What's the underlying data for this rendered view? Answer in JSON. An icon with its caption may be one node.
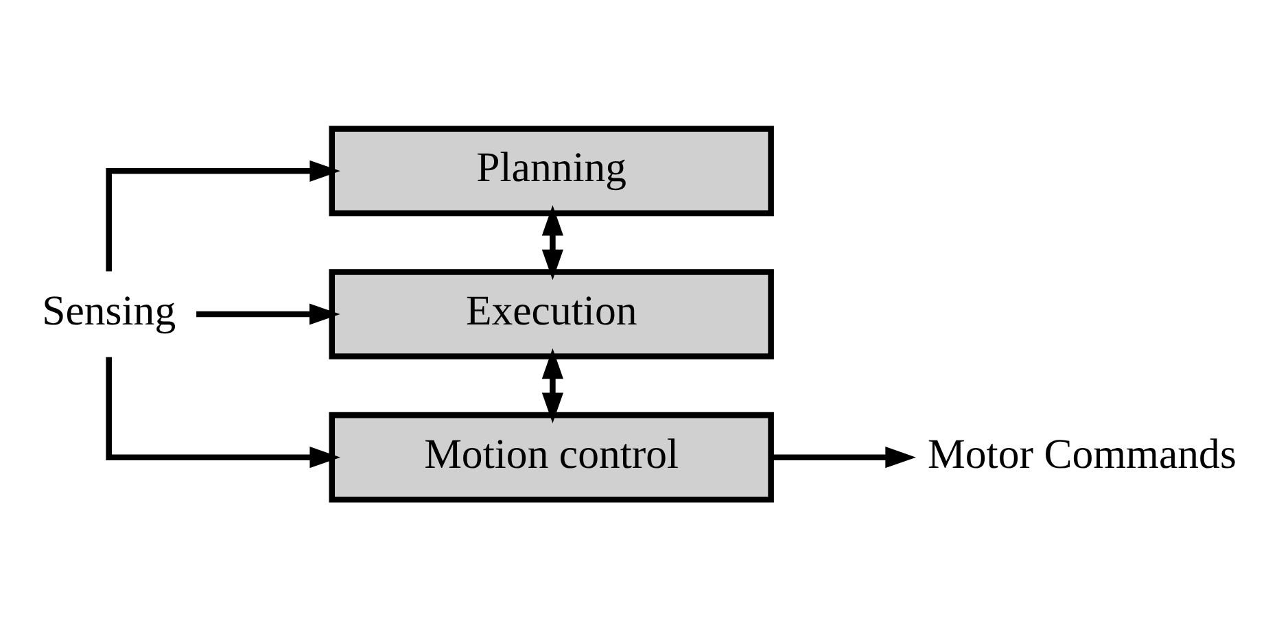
{
  "diagram": {
    "nodes": [
      {
        "text": [
          "Planning"
        ]
      },
      {
        "text": [
          "Execution"
        ]
      },
      {
        "text": [
          "Motion control"
        ]
      },
      {
        "text": [
          "Sensing"
        ]
      },
      {
        "text": [
          "Motor Commands"
        ]
      }
    ],
    "edges": [
      {
        "from": 3,
        "to": 0,
        "arrow": "to"
      },
      {
        "from": 3,
        "to": 1,
        "arrow": "to"
      },
      {
        "from": 3,
        "to": 2,
        "arrow": "to"
      },
      {
        "from": 0,
        "to": 1,
        "arrow": "both"
      },
      {
        "from": 1,
        "to": 2,
        "arrow": "both"
      },
      {
        "from": 2,
        "to": 4,
        "arrow": "to"
      }
    ]
  }
}
